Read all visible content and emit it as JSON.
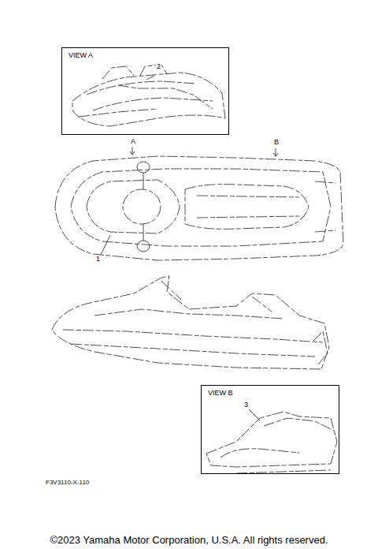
{
  "diagram": {
    "nodes": [
      {
        "text": [
          "VIEW A"
        ]
      },
      {
        "text": [
          "VIEW B"
        ]
      }
    ],
    "edges": [],
    "labels": [
      "2",
      "A",
      "B",
      "1",
      "3",
      "F3V3110-X-110",
      "©2023 Yamaha Motor Corporation, U.S.A. All rights reserved."
    ]
  }
}
